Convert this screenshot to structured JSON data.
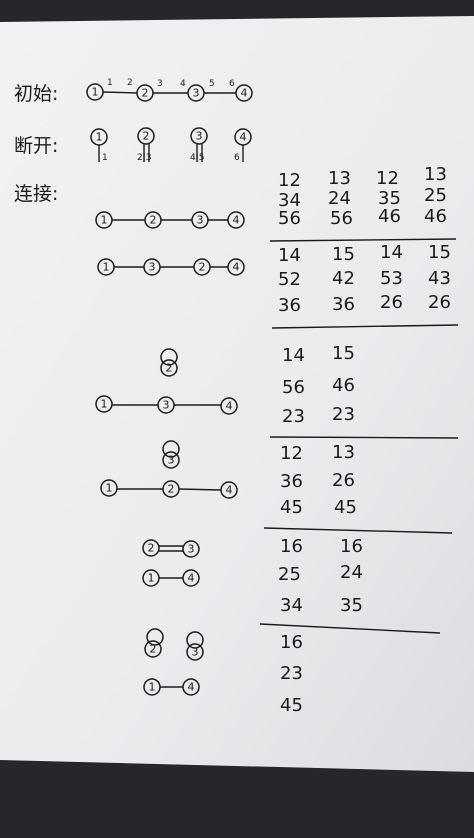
{
  "labels": {
    "initial": "初始:",
    "disconnect": "断开:",
    "connect": "连接:"
  },
  "initial_chain": {
    "nodes": [
      "1",
      "2",
      "3",
      "4"
    ],
    "end_marks": [
      "1",
      "2",
      "3",
      "4",
      "5",
      "6"
    ]
  },
  "disconnect_nodes": [
    {
      "node": "1",
      "ends": "1"
    },
    {
      "node": "2",
      "ends": "2|3"
    },
    {
      "node": "3",
      "ends": "4|5"
    },
    {
      "node": "4",
      "ends": "6"
    }
  ],
  "connect_figures": [
    {
      "chain": [
        "1",
        "2",
        "3",
        "4"
      ]
    },
    {
      "chain": [
        "1",
        "3",
        "2",
        "4"
      ]
    },
    {
      "loop": "2",
      "chain": [
        "1",
        "3",
        "4"
      ]
    },
    {
      "loop": "3",
      "chain": [
        "1",
        "2",
        "4"
      ]
    },
    {
      "pairs": [
        [
          "2",
          "3"
        ],
        [
          "1",
          "4"
        ]
      ]
    },
    {
      "loops": [
        "2",
        "3"
      ],
      "chain": [
        "1",
        "4"
      ]
    }
  ],
  "pairings": {
    "group1": [
      [
        "12",
        "34",
        "56"
      ],
      [
        "13",
        "24",
        "56"
      ],
      [
        "12",
        "35",
        "46"
      ],
      [
        "13",
        "25",
        "46"
      ]
    ],
    "group2": [
      [
        "14",
        "52",
        "36"
      ],
      [
        "15",
        "42",
        "36"
      ],
      [
        "14",
        "53",
        "26"
      ],
      [
        "15",
        "43",
        "26"
      ]
    ],
    "group3": [
      [
        "14",
        "56",
        "23"
      ],
      [
        "15",
        "46",
        "23"
      ]
    ],
    "group4": [
      [
        "12",
        "36",
        "45"
      ],
      [
        "13",
        "26",
        "45"
      ]
    ],
    "group5": [
      [
        "16",
        "25",
        "34"
      ],
      [
        "16",
        "24",
        "35"
      ]
    ],
    "group6": [
      [
        "16",
        "23",
        "45"
      ]
    ]
  }
}
